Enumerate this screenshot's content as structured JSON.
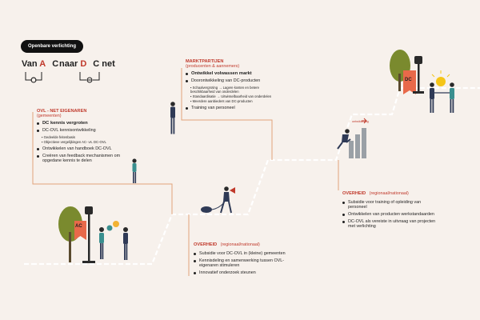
{
  "header": {
    "pill_label": "Openbare verlichting",
    "left_formula": {
      "prefix": "Van",
      "from": "A",
      "from_suffix": "C"
    },
    "right_formula": {
      "prefix": "naar",
      "to": "D",
      "to_suffix": "C",
      "tail": "net"
    }
  },
  "signs": {
    "ac": "AC",
    "dc": "DC"
  },
  "stairs_label": "ontwikkeling",
  "sections": {
    "owners": {
      "title": "OVL - NET EIGENAREN",
      "subtitle": "(gemeenten)",
      "bold_item": "DC kennis vergroten",
      "items": [
        "DC-OVL kennisontwikkeling",
        "Ontwikkelen van handboek DC-OVL",
        "Creëren van feedback mechanismen om opgedane kennis te delen"
      ],
      "subitems": [
        "Gedeelde feitenbasis",
        "Objectieve vergelijkingen AC- vs. DC-OVL"
      ]
    },
    "market": {
      "title": "MARKTPARTIJEN",
      "subtitle": "(producenten & aannemers)",
      "bold_item": "Ontwikkel volwassen markt",
      "items": [
        "Doorontwikkeling van DC-producten",
        "Training van personeel"
      ],
      "subitems": [
        "Schaalvergroting → Lagere kosten en betere beschikbaarheid van onderdelen",
        "Standaardisatie → Uitwisselbaarheid van onderdelen",
        "Meerdere aanbieders van DC-producten"
      ]
    },
    "gov_regional": {
      "title": "OVERHEID",
      "subtitle": "(regionaal/nationaal)",
      "items": [
        "Subsidie voor DC-OVL in (kleine) gemeenten",
        "Kennisdeling en samenwerking tussen OVL-eigenaren stimuleren",
        "Innovatief onderzoek steunen"
      ]
    },
    "gov_national": {
      "title": "OVERHEID",
      "subtitle": "(regionaal/nationaal)",
      "items": [
        "Subsidie voor training of opleiding van personeel",
        "Ontwikkelen van producten werkstandaarden",
        "DC-OVL als vereiste in uitvraag van projecten met verlichting"
      ]
    }
  },
  "colors": {
    "background": "#f7f1ec",
    "accent": "#c0392b",
    "connector": "#e0a47a",
    "stair": "#ffffff",
    "sign": "#e8694a",
    "tree": "#7a8a2e",
    "figure_dark": "#2f3a56",
    "figure_teal": "#3a8f8f"
  }
}
